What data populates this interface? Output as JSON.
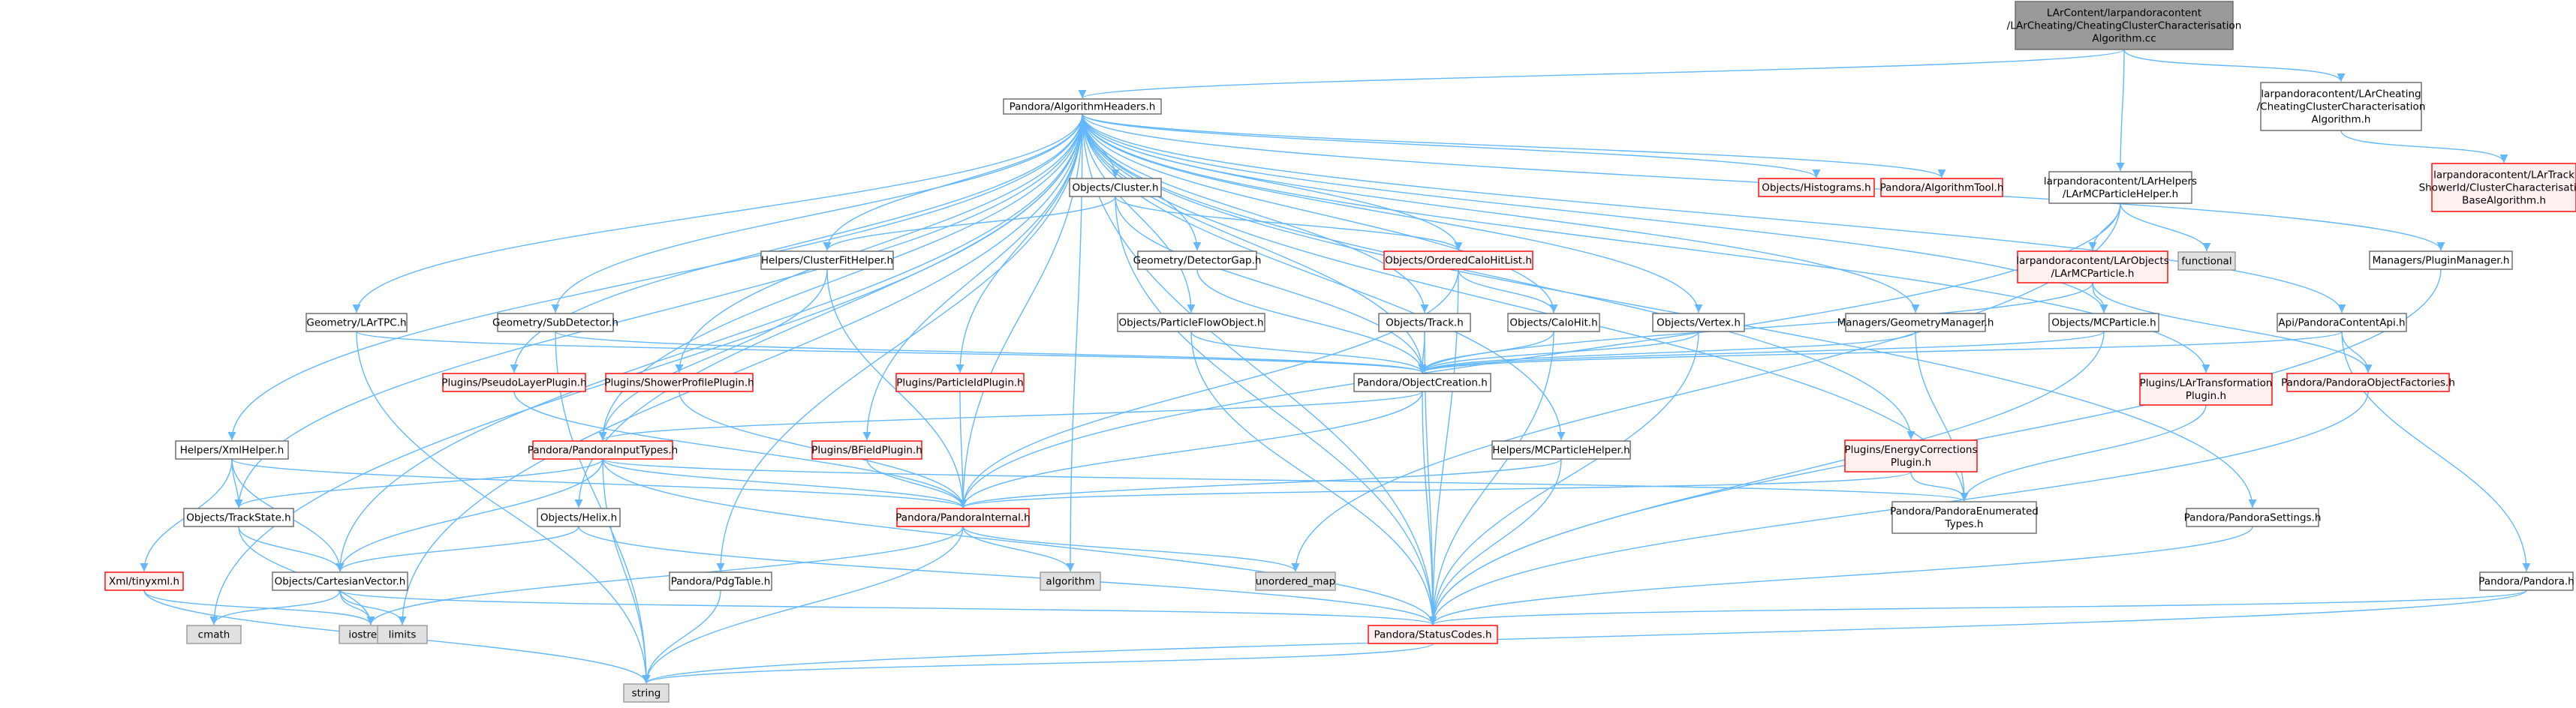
{
  "colors": {
    "edge": "#63b8ff",
    "root_fill": "#999999",
    "root_border": "#666666",
    "documented_fill": "#ffffff",
    "documented_border": "#666666",
    "undocumented_fill": "#fff0f0",
    "undocumented_border": "#ff0000",
    "system_fill": "#e0e0e0",
    "system_border": "#999999"
  },
  "nodes": [
    {
      "id": "root",
      "kind": "root",
      "lines": [
        "LArContent/larpandoracontent",
        "/LArCheating/CheatingClusterCharacterisation",
        "Algorithm.cc"
      ]
    },
    {
      "id": "algoheaders",
      "kind": "documented",
      "lines": [
        "Pandora/AlgorithmHeaders.h"
      ]
    },
    {
      "id": "cheatingh",
      "kind": "documented",
      "lines": [
        "larpandoracontent/LArCheating",
        "/CheatingClusterCharacterisation",
        "Algorithm.h"
      ]
    },
    {
      "id": "trackshowerid",
      "kind": "undocumented",
      "lines": [
        "larpandoracontent/LArTrack",
        "ShowerId/ClusterCharacterisation",
        "BaseAlgorithm.h"
      ]
    },
    {
      "id": "larmcparticlehelper",
      "kind": "documented",
      "lines": [
        "larpandoracontent/LArHelpers",
        "/LArMCParticleHelper.h"
      ]
    },
    {
      "id": "larmcparticle",
      "kind": "undocumented",
      "lines": [
        "larpandoracontent/LArObjects",
        "/LArMCParticle.h"
      ]
    },
    {
      "id": "functional",
      "kind": "system",
      "lines": [
        "functional"
      ]
    },
    {
      "id": "histograms",
      "kind": "undocumented",
      "lines": [
        "Objects/Histograms.h"
      ]
    },
    {
      "id": "algorithmtool",
      "kind": "undocumented",
      "lines": [
        "Pandora/AlgorithmTool.h"
      ]
    },
    {
      "id": "cluster",
      "kind": "documented",
      "lines": [
        "Objects/Cluster.h"
      ]
    },
    {
      "id": "clusterfithelper",
      "kind": "documented",
      "lines": [
        "Helpers/ClusterFitHelper.h"
      ]
    },
    {
      "id": "detectorgap",
      "kind": "documented",
      "lines": [
        "Geometry/DetectorGap.h"
      ]
    },
    {
      "id": "orderedcalohitlist",
      "kind": "undocumented",
      "lines": [
        "Objects/OrderedCaloHitList.h"
      ]
    },
    {
      "id": "pluginmanager",
      "kind": "documented",
      "lines": [
        "Managers/PluginManager.h"
      ]
    },
    {
      "id": "lartpc",
      "kind": "documented",
      "lines": [
        "Geometry/LArTPC.h"
      ]
    },
    {
      "id": "subdetector",
      "kind": "documented",
      "lines": [
        "Geometry/SubDetector.h"
      ]
    },
    {
      "id": "particleflowobject",
      "kind": "documented",
      "lines": [
        "Objects/ParticleFlowObject.h"
      ]
    },
    {
      "id": "track",
      "kind": "documented",
      "lines": [
        "Objects/Track.h"
      ]
    },
    {
      "id": "calohit",
      "kind": "documented",
      "lines": [
        "Objects/CaloHit.h"
      ]
    },
    {
      "id": "vertex",
      "kind": "documented",
      "lines": [
        "Objects/Vertex.h"
      ]
    },
    {
      "id": "geometrymanager",
      "kind": "documented",
      "lines": [
        "Managers/GeometryManager.h"
      ]
    },
    {
      "id": "mcparticle",
      "kind": "documented",
      "lines": [
        "Objects/MCParticle.h"
      ]
    },
    {
      "id": "pandoracontentapi",
      "kind": "documented",
      "lines": [
        "Api/PandoraContentApi.h"
      ]
    },
    {
      "id": "pseudolayerplugin",
      "kind": "undocumented",
      "lines": [
        "Plugins/PseudoLayerPlugin.h"
      ]
    },
    {
      "id": "showerprofileplugin",
      "kind": "undocumented",
      "lines": [
        "Plugins/ShowerProfilePlugin.h"
      ]
    },
    {
      "id": "particleidplugin",
      "kind": "undocumented",
      "lines": [
        "Plugins/ParticleIdPlugin.h"
      ]
    },
    {
      "id": "objectcreation",
      "kind": "documented",
      "lines": [
        "Pandora/ObjectCreation.h"
      ]
    },
    {
      "id": "lartransformationplugin",
      "kind": "undocumented",
      "lines": [
        "Plugins/LArTransformation",
        "Plugin.h"
      ]
    },
    {
      "id": "pandoraobjectfactories",
      "kind": "undocumented",
      "lines": [
        "Pandora/PandoraObjectFactories.h"
      ]
    },
    {
      "id": "xmlhelper",
      "kind": "documented",
      "lines": [
        "Helpers/XmlHelper.h"
      ]
    },
    {
      "id": "pandorainputtypes",
      "kind": "undocumented",
      "lines": [
        "Pandora/PandoraInputTypes.h"
      ]
    },
    {
      "id": "bfieldplugin",
      "kind": "undocumented",
      "lines": [
        "Plugins/BFieldPlugin.h"
      ]
    },
    {
      "id": "mcparticlehelper",
      "kind": "documented",
      "lines": [
        "Helpers/MCParticleHelper.h"
      ]
    },
    {
      "id": "energycorrectionsplugin",
      "kind": "undocumented",
      "lines": [
        "Plugins/EnergyCorrections",
        "Plugin.h"
      ]
    },
    {
      "id": "trackstate",
      "kind": "documented",
      "lines": [
        "Objects/TrackState.h"
      ]
    },
    {
      "id": "helix",
      "kind": "documented",
      "lines": [
        "Objects/Helix.h"
      ]
    },
    {
      "id": "pandorainternal",
      "kind": "undocumented",
      "lines": [
        "Pandora/PandoraInternal.h"
      ]
    },
    {
      "id": "pandoraenumeratedtypes",
      "kind": "documented",
      "lines": [
        "Pandora/PandoraEnumerated",
        "Types.h"
      ]
    },
    {
      "id": "pandorasettings",
      "kind": "documented",
      "lines": [
        "Pandora/PandoraSettings.h"
      ]
    },
    {
      "id": "xmltinyxml",
      "kind": "undocumented",
      "lines": [
        "Xml/tinyxml.h"
      ]
    },
    {
      "id": "cartesianvector",
      "kind": "documented",
      "lines": [
        "Objects/CartesianVector.h"
      ]
    },
    {
      "id": "algorithm",
      "kind": "system",
      "lines": [
        "algorithm"
      ]
    },
    {
      "id": "unorderedmap",
      "kind": "system",
      "lines": [
        "unordered_map"
      ]
    },
    {
      "id": "pdgtable",
      "kind": "documented",
      "lines": [
        "Pandora/PdgTable.h"
      ]
    },
    {
      "id": "pandorah",
      "kind": "documented",
      "lines": [
        "Pandora/Pandora.h"
      ]
    },
    {
      "id": "cmath",
      "kind": "system",
      "lines": [
        "cmath"
      ]
    },
    {
      "id": "iostream",
      "kind": "system",
      "lines": [
        "iostream"
      ]
    },
    {
      "id": "limits",
      "kind": "system",
      "lines": [
        "limits"
      ]
    },
    {
      "id": "statuscodes",
      "kind": "undocumented",
      "lines": [
        "Pandora/StatusCodes.h"
      ]
    },
    {
      "id": "string",
      "kind": "system",
      "lines": [
        "string"
      ]
    }
  ],
  "edges": [
    [
      "root",
      "algoheaders"
    ],
    [
      "root",
      "larmcparticlehelper"
    ],
    [
      "root",
      "cheatingh"
    ],
    [
      "cheatingh",
      "trackshowerid"
    ],
    [
      "algoheaders",
      "cluster"
    ],
    [
      "algoheaders",
      "histograms"
    ],
    [
      "algoheaders",
      "algorithmtool"
    ],
    [
      "algoheaders",
      "clusterfithelper"
    ],
    [
      "algoheaders",
      "detectorgap"
    ],
    [
      "algoheaders",
      "orderedcalohitlist"
    ],
    [
      "algoheaders",
      "pluginmanager"
    ],
    [
      "algoheaders",
      "lartpc"
    ],
    [
      "algoheaders",
      "subdetector"
    ],
    [
      "algoheaders",
      "particleflowobject"
    ],
    [
      "algoheaders",
      "track"
    ],
    [
      "algoheaders",
      "calohit"
    ],
    [
      "algoheaders",
      "vertex"
    ],
    [
      "algoheaders",
      "geometrymanager"
    ],
    [
      "algoheaders",
      "mcparticle"
    ],
    [
      "algoheaders",
      "pandoracontentapi"
    ],
    [
      "algoheaders",
      "pseudolayerplugin"
    ],
    [
      "algoheaders",
      "showerprofileplugin"
    ],
    [
      "algoheaders",
      "particleidplugin"
    ],
    [
      "algoheaders",
      "lartransformationplugin"
    ],
    [
      "algoheaders",
      "xmlhelper"
    ],
    [
      "algoheaders",
      "pandorainputtypes"
    ],
    [
      "algoheaders",
      "bfieldplugin"
    ],
    [
      "algoheaders",
      "mcparticlehelper"
    ],
    [
      "algoheaders",
      "energycorrectionsplugin"
    ],
    [
      "algoheaders",
      "trackstate"
    ],
    [
      "algoheaders",
      "helix"
    ],
    [
      "algoheaders",
      "pandorainternal"
    ],
    [
      "algoheaders",
      "pandoraenumeratedtypes"
    ],
    [
      "algoheaders",
      "pandorasettings"
    ],
    [
      "algoheaders",
      "cartesianvector"
    ],
    [
      "algoheaders",
      "algorithm"
    ],
    [
      "algoheaders",
      "pdgtable"
    ],
    [
      "algoheaders",
      "cmath"
    ],
    [
      "algoheaders",
      "limits"
    ],
    [
      "algoheaders",
      "statuscodes"
    ],
    [
      "algoheaders",
      "objectcreation"
    ],
    [
      "larmcparticlehelper",
      "larmcparticle"
    ],
    [
      "larmcparticlehelper",
      "functional"
    ],
    [
      "larmcparticlehelper",
      "pandorainternal"
    ],
    [
      "larmcparticlehelper",
      "unorderedmap"
    ],
    [
      "larmcparticle",
      "mcparticle"
    ],
    [
      "larmcparticle",
      "objectcreation"
    ],
    [
      "larmcparticle",
      "pandoraobjectfactories"
    ],
    [
      "cluster",
      "clusterfithelper"
    ],
    [
      "cluster",
      "orderedcalohitlist"
    ],
    [
      "cluster",
      "objectcreation"
    ],
    [
      "cluster",
      "statuscodes"
    ],
    [
      "clusterfithelper",
      "pandorainputtypes"
    ],
    [
      "clusterfithelper",
      "pandorainternal"
    ],
    [
      "detectorgap",
      "objectcreation"
    ],
    [
      "orderedcalohitlist",
      "calohit"
    ],
    [
      "orderedcalohitlist",
      "pandorainternal"
    ],
    [
      "orderedcalohitlist",
      "statuscodes"
    ],
    [
      "pluginmanager",
      "statuscodes"
    ],
    [
      "lartpc",
      "objectcreation"
    ],
    [
      "lartpc",
      "string"
    ],
    [
      "subdetector",
      "objectcreation"
    ],
    [
      "subdetector",
      "string"
    ],
    [
      "particleflowobject",
      "objectcreation"
    ],
    [
      "particleflowobject",
      "statuscodes"
    ],
    [
      "track",
      "objectcreation"
    ],
    [
      "track",
      "statuscodes"
    ],
    [
      "calohit",
      "objectcreation"
    ],
    [
      "calohit",
      "statuscodes"
    ],
    [
      "vertex",
      "objectcreation"
    ],
    [
      "vertex",
      "statuscodes"
    ],
    [
      "geometrymanager",
      "objectcreation"
    ],
    [
      "geometrymanager",
      "pandoraenumeratedtypes"
    ],
    [
      "mcparticle",
      "objectcreation"
    ],
    [
      "mcparticle",
      "statuscodes"
    ],
    [
      "pandoracontentapi",
      "objectcreation"
    ],
    [
      "pandoracontentapi",
      "pandoraobjectfactories"
    ],
    [
      "pandoracontentapi",
      "pandorah"
    ],
    [
      "pseudolayerplugin",
      "pandorainternal"
    ],
    [
      "showerprofileplugin",
      "pandorainternal"
    ],
    [
      "particleidplugin",
      "pandorainternal"
    ],
    [
      "bfieldplugin",
      "pandorainternal"
    ],
    [
      "objectcreation",
      "pandorainputtypes"
    ],
    [
      "objectcreation",
      "pandorainternal"
    ],
    [
      "objectcreation",
      "statuscodes"
    ],
    [
      "lartransformationplugin",
      "pandoraenumeratedtypes"
    ],
    [
      "pandoraobjectfactories",
      "statuscodes"
    ],
    [
      "xmlhelper",
      "xmltinyxml"
    ],
    [
      "xmlhelper",
      "trackstate"
    ],
    [
      "xmlhelper",
      "cartesianvector"
    ],
    [
      "xmlhelper",
      "pandorainternal"
    ],
    [
      "pandorainputtypes",
      "trackstate"
    ],
    [
      "pandorainputtypes",
      "cartesianvector"
    ],
    [
      "pandorainputtypes",
      "pandorainternal"
    ],
    [
      "pandorainputtypes",
      "pandoraenumeratedtypes"
    ],
    [
      "pandorainputtypes",
      "statuscodes"
    ],
    [
      "pandorainputtypes",
      "string"
    ],
    [
      "mcparticlehelper",
      "pandorainternal"
    ],
    [
      "mcparticlehelper",
      "statuscodes"
    ],
    [
      "energycorrectionsplugin",
      "pandorainternal"
    ],
    [
      "energycorrectionsplugin",
      "pandoraenumeratedtypes"
    ],
    [
      "trackstate",
      "cartesianvector"
    ],
    [
      "trackstate",
      "iostream"
    ],
    [
      "helix",
      "cartesianvector"
    ],
    [
      "helix",
      "statuscodes"
    ],
    [
      "pandorainternal",
      "algorithm"
    ],
    [
      "pandorainternal",
      "unorderedmap"
    ],
    [
      "pandorainternal",
      "iostream"
    ],
    [
      "pandorainternal",
      "string"
    ],
    [
      "pandorasettings",
      "statuscodes"
    ],
    [
      "xmltinyxml",
      "iostream"
    ],
    [
      "xmltinyxml",
      "string"
    ],
    [
      "cartesianvector",
      "cmath"
    ],
    [
      "cartesianvector",
      "iostream"
    ],
    [
      "cartesianvector",
      "limits"
    ],
    [
      "cartesianvector",
      "statuscodes"
    ],
    [
      "pdgtable",
      "string"
    ],
    [
      "pandorah",
      "statuscodes"
    ],
    [
      "pandorah",
      "string"
    ],
    [
      "statuscodes",
      "string"
    ]
  ]
}
